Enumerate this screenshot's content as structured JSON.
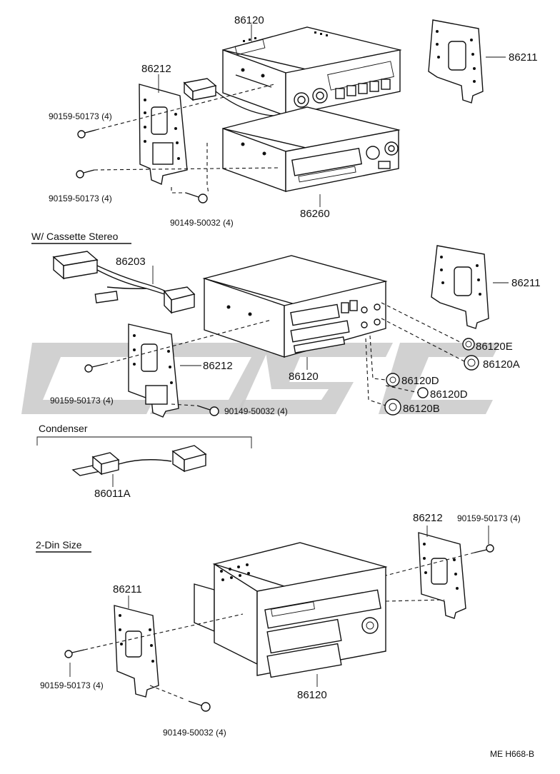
{
  "labels": {
    "p86120_top": "86120",
    "p86211_top": "86211",
    "p86212_top": "86212",
    "p86260": "86260",
    "s90159_a": "90159-50173 (4)",
    "s90159_b": "90159-50173 (4)",
    "s90149_a": "90149-50032 (4)",
    "p86203": "86203",
    "p86211_mid": "86211",
    "p86212_mid": "86212",
    "p86120_mid": "86120",
    "k86120E": "86120E",
    "k86120A": "86120A",
    "k86120D_1": "86120D",
    "k86120D_2": "86120D",
    "k86120B": "86120B",
    "s90159_c": "90159-50173 (4)",
    "s90149_b": "90149-50032 (4)",
    "p86011A": "86011A",
    "p86212_bot": "86212",
    "s90159_d": "90159-50173 (4)",
    "p86211_bot": "86211",
    "s90159_e": "90159-50173 (4)",
    "s90149_c": "90149-50032 (4)",
    "p86120_bot": "86120",
    "code": "ME  H668-B"
  },
  "sections": {
    "cassette": "W/ Cassette Stereo",
    "condenser": "Condenser",
    "din": "2-Din Size"
  }
}
